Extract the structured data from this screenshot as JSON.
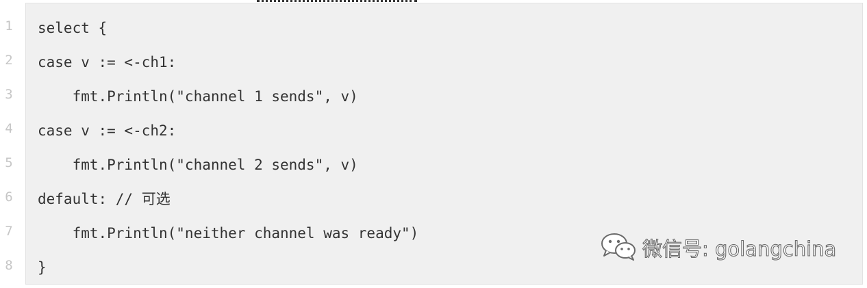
{
  "line_numbers": [
    "1",
    "2",
    "3",
    "4",
    "5",
    "6",
    "7",
    "8"
  ],
  "code_lines": [
    "select {",
    "case v := <-ch1:",
    "    fmt.Println(\"channel 1 sends\", v)",
    "case v := <-ch2:",
    "    fmt.Println(\"channel 2 sends\", v)",
    "default: // 可选",
    "    fmt.Println(\"neither channel was ready\")",
    "}"
  ],
  "watermark": {
    "icon": "wechat-icon",
    "text": "微信号: golangchina"
  },
  "colors": {
    "code_background": "#f0f0f0",
    "code_text": "#333333",
    "line_number": "#c6c6c6"
  }
}
